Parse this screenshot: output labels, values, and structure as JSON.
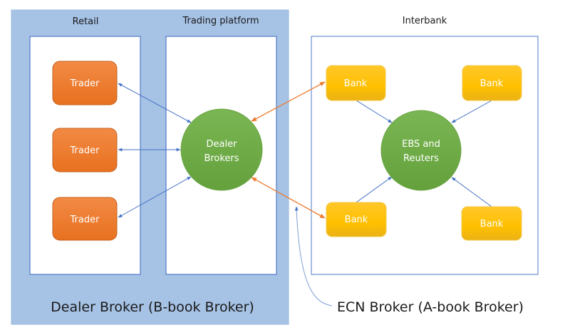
{
  "diagram": {
    "groups": {
      "dealer_broker": {
        "label": "Dealer Broker (B-book Broker)",
        "fill": "#a6c2e5"
      },
      "retail": {
        "label": "Retail"
      },
      "trading_platform": {
        "label": "Trading platform"
      },
      "interbank": {
        "label": "Interbank"
      },
      "ecn_broker": {
        "label": "ECN Broker (A-book Broker)"
      }
    },
    "nodes": {
      "traders": [
        {
          "label": "Trader"
        },
        {
          "label": "Trader"
        },
        {
          "label": "Trader"
        }
      ],
      "dealer_brokers": {
        "line1": "Dealer",
        "line2": "Brokers"
      },
      "banks": [
        {
          "label": "Bank"
        },
        {
          "label": "Bank"
        },
        {
          "label": "Bank"
        },
        {
          "label": "Bank"
        }
      ],
      "ebs_reuters": {
        "line1": "EBS and",
        "line2": "Reuters"
      }
    },
    "edges": [
      {
        "from": "trader-1",
        "to": "dealer-brokers",
        "direction": "both",
        "color": "blue"
      },
      {
        "from": "trader-2",
        "to": "dealer-brokers",
        "direction": "both",
        "color": "blue"
      },
      {
        "from": "trader-3",
        "to": "dealer-brokers",
        "direction": "both",
        "color": "blue"
      },
      {
        "from": "dealer-brokers",
        "to": "bank-1",
        "direction": "both",
        "color": "orange"
      },
      {
        "from": "dealer-brokers",
        "to": "bank-3",
        "direction": "both",
        "color": "orange"
      },
      {
        "from": "bank-1",
        "to": "ebs-reuters",
        "direction": "forward",
        "color": "blue"
      },
      {
        "from": "bank-2",
        "to": "ebs-reuters",
        "direction": "forward",
        "color": "blue"
      },
      {
        "from": "bank-3",
        "to": "ebs-reuters",
        "direction": "forward",
        "color": "blue"
      },
      {
        "from": "bank-4",
        "to": "ebs-reuters",
        "direction": "forward",
        "color": "blue"
      },
      {
        "from": "ecn-broker-label",
        "to": "trading-platform-edge",
        "direction": "forward",
        "color": "blue",
        "style": "curved-callout"
      }
    ],
    "colors": {
      "trader": "#ed7d31",
      "bank": "#ffc000",
      "circle": "#70ad47",
      "line_blue": "#4472c4",
      "line_orange": "#ed7d31"
    }
  }
}
